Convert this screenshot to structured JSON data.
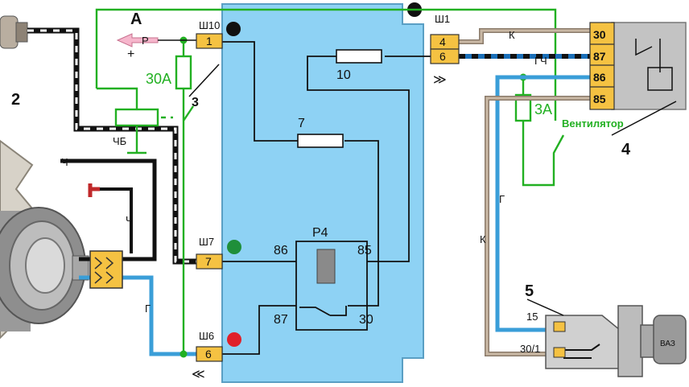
{
  "labels": {
    "a": "А",
    "p": "Р",
    "plus": "+",
    "sh10": "Ш10",
    "sh7": "Ш7",
    "sh6": "Ш6",
    "sh1": "Ш1",
    "fuse30a": "30А",
    "fuse3a": "3А",
    "fuse10": "10",
    "fuse7": "7",
    "n2": "2",
    "n3": "3",
    "n4": "4",
    "n5": "5",
    "chb": "ЧБ",
    "ch": "Ч",
    "g": "Г",
    "k": "К",
    "gch": "ГЧ",
    "p4": "Р4",
    "r86": "86",
    "r85": "85",
    "r87": "87",
    "r30": "30",
    "fan": "Вентилятор",
    "ign15": "15",
    "ign301": "30/1",
    "vaz": "ВАЗ",
    "arrow_left": "≪",
    "arrow_right": "≫"
  },
  "pins": {
    "p1": "1",
    "p7": "7",
    "p6": "6",
    "p4": "4"
  },
  "relay4": {
    "pins": [
      "30",
      "87",
      "86",
      "85"
    ]
  },
  "colors": {
    "control_unit": "#8ed2f4",
    "connector": "#f5c242",
    "green_circuit": "#22b022",
    "blue_wire": "#3a9ed8",
    "brown_wire": "#c9b8a4"
  }
}
